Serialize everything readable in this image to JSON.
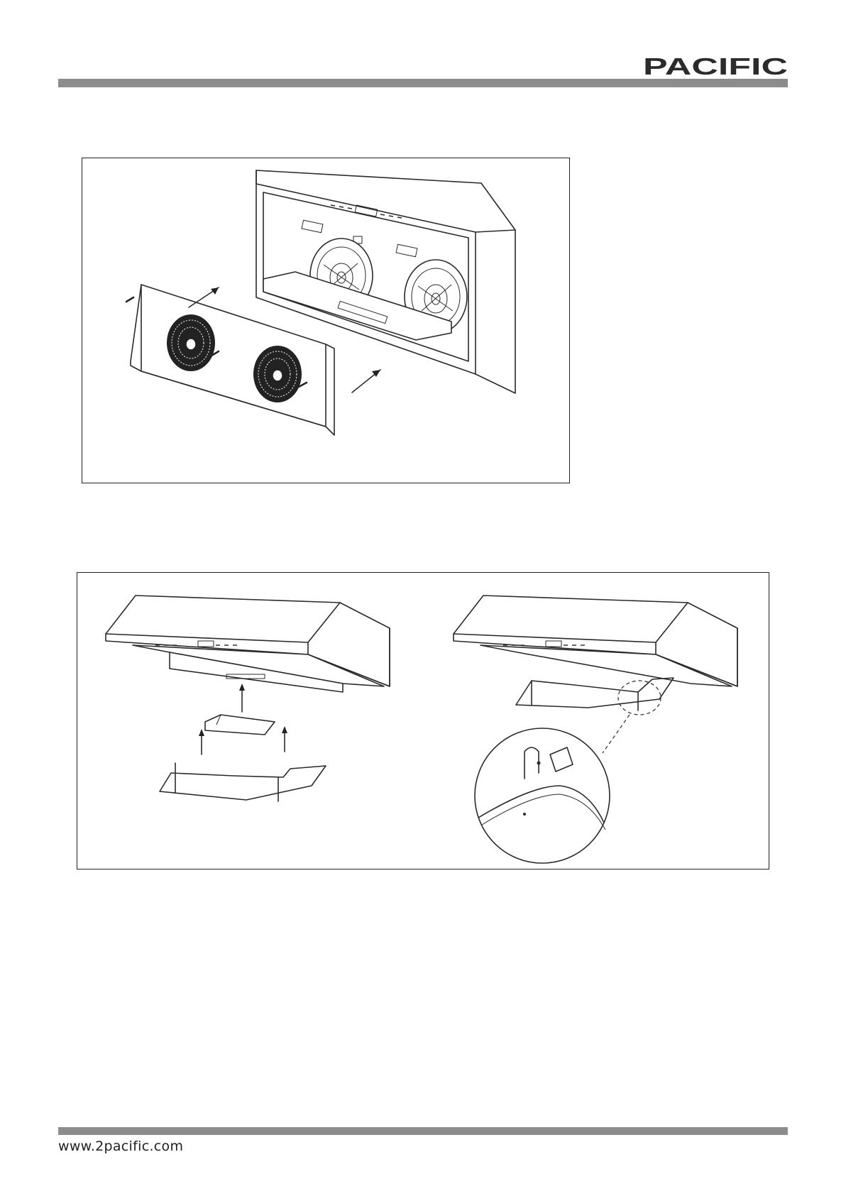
{
  "header": {
    "brand_text": "PACIFIC",
    "brand_color": "#2b2b2b",
    "rule_color": "#8c8c8c"
  },
  "footer": {
    "url": "www.2pacific.com"
  },
  "figures": [
    {
      "name": "front-panel-removal",
      "icon": "exploded-hood-panel"
    },
    {
      "name": "filter-frame-installation",
      "icon": "hood-filter-frame-detail"
    }
  ]
}
